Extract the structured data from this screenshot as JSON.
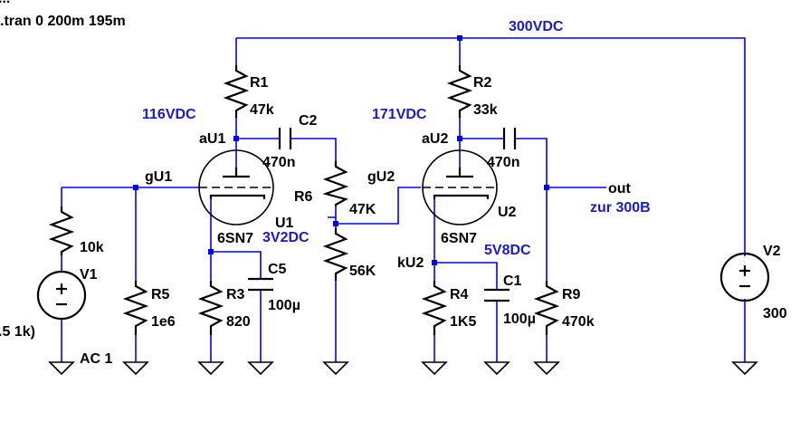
{
  "header": {
    "title_fragment": "...",
    "directive": ".tran 0 200m 195m"
  },
  "nets": {
    "supply_label": "300VDC",
    "stage1_plate_voltage": "116VDC",
    "stage2_plate_voltage": "171VDC",
    "stage1_cathode_voltage": "3V2DC",
    "stage2_cathode_voltage": "5V8DC",
    "output_label": "out",
    "output_note": "zur 300B"
  },
  "nodes": {
    "anode1": "aU1",
    "anode2": "aU2",
    "grid1": "gU1",
    "grid2": "gU2",
    "cathode2": "kU2"
  },
  "components": {
    "R1": {
      "name": "R1",
      "value": "47k"
    },
    "R2": {
      "name": "R2",
      "value": "33k"
    },
    "R3": {
      "name": "R3",
      "value": "820"
    },
    "R4": {
      "name": "R4",
      "value": "1K5"
    },
    "R5": {
      "name": "R5",
      "value": "1e6"
    },
    "R6": {
      "name": "R6",
      "value": "47K"
    },
    "R_pot_lower": {
      "value": "56K"
    },
    "R9": {
      "name": "R9",
      "value": "470k"
    },
    "R_src": {
      "value": "10k"
    },
    "C2": {
      "name": "C2",
      "value": "470n"
    },
    "C3": {
      "value": "470n"
    },
    "C5": {
      "name": "C5",
      "value": "100µ"
    },
    "C1": {
      "name": "C1",
      "value": "100µ"
    },
    "U1": {
      "name": "U1",
      "model": "6SN7"
    },
    "U2": {
      "name": "U2",
      "model": "6SN7"
    },
    "V1": {
      "name": "V1",
      "value": "AC 1",
      "params_fragment": ".5 1k)"
    },
    "V2": {
      "name": "V2",
      "value": "300"
    }
  },
  "colors": {
    "wire": "#0000ff",
    "component": "#000000",
    "net_label": "#1a1acd",
    "background": "#ffffff"
  }
}
